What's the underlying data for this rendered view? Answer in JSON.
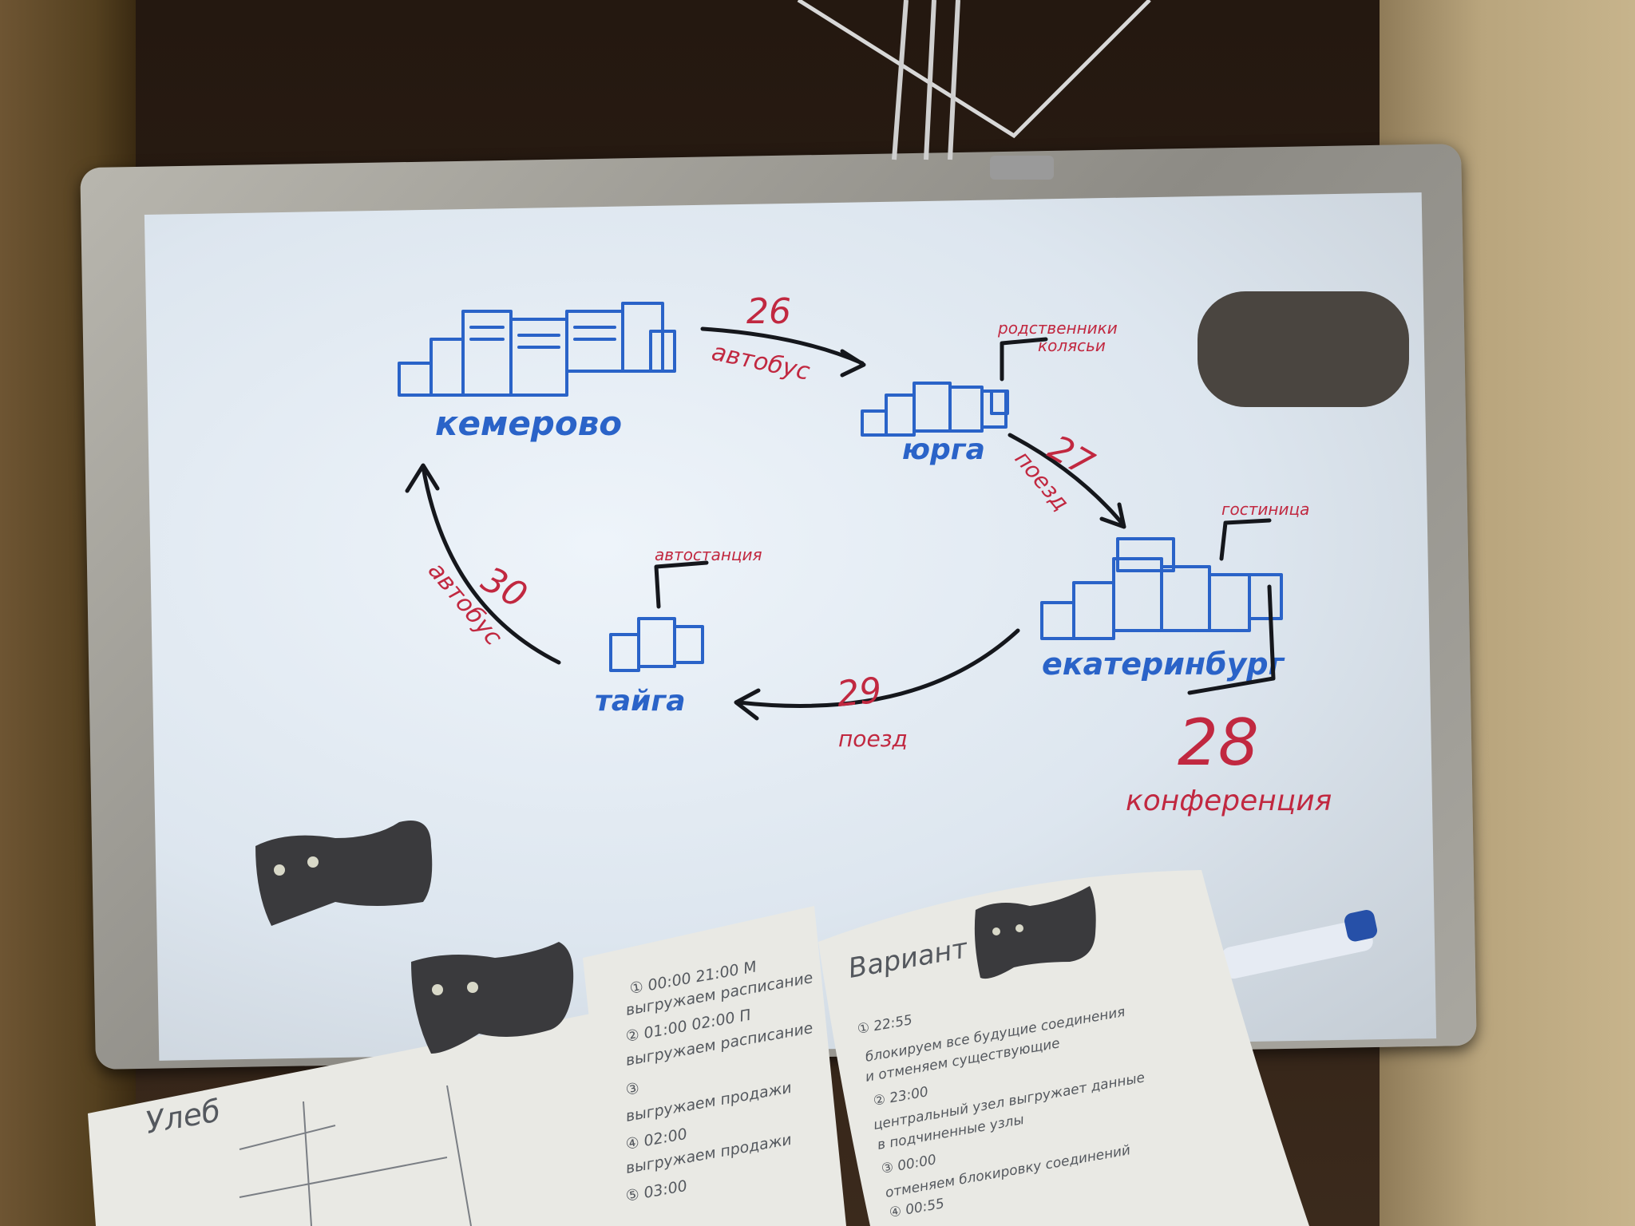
{
  "whiteboard": {
    "cities": {
      "kemerovo": "кемерово",
      "yurga": "юрга",
      "ekaterinburg": "екатеринбург",
      "tayga": "тайга"
    },
    "legs": [
      {
        "day": "26",
        "transport": "автобус"
      },
      {
        "day": "27",
        "transport": "поезд"
      },
      {
        "day": "29",
        "transport": "поезд"
      },
      {
        "day": "30",
        "transport": "автобус"
      }
    ],
    "notes": {
      "yurga_note_line1": "родственники",
      "yurga_note_line2": "колясьи",
      "ekaterinburg_note": "гостиница",
      "tayga_note": "автостанция",
      "conference_day": "28",
      "conference_label": "конференция"
    }
  },
  "papers": {
    "left_name": "Улеб",
    "middle_lines": [
      "① 00:00  21:00 M",
      "выгружаем расписание",
      "② 01:00  02:00 П",
      "выгружаем расписание",
      "③",
      "выгружаем продажи",
      "④ 02:00",
      "выгружаем продажи",
      "⑤ 03:00"
    ],
    "right_title": "Вариант 2",
    "right_lines": [
      "① 22:55",
      "блокируем все будущие соединения",
      "и отменяем существующие",
      "② 23:00",
      "центральный узел выгружает данные",
      "в подчиненные узлы",
      "③ 00:00",
      "отменяем блокировку соединений",
      "④ 00:55"
    ]
  },
  "colors": {
    "city_blue": "#2a63c8",
    "note_red": "#c12840",
    "arrow_black": "#15171c"
  }
}
